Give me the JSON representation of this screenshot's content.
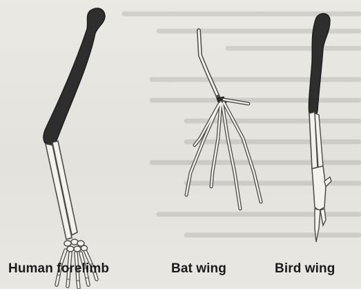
{
  "labels": {
    "human": "Human forelimb",
    "bat": "Bat wing",
    "bird": "Bird wing"
  },
  "colors": {
    "humerus": "#2e2e2e",
    "bone_fill": "#f4f2ec",
    "bone_outline": "#4a4a4a"
  }
}
